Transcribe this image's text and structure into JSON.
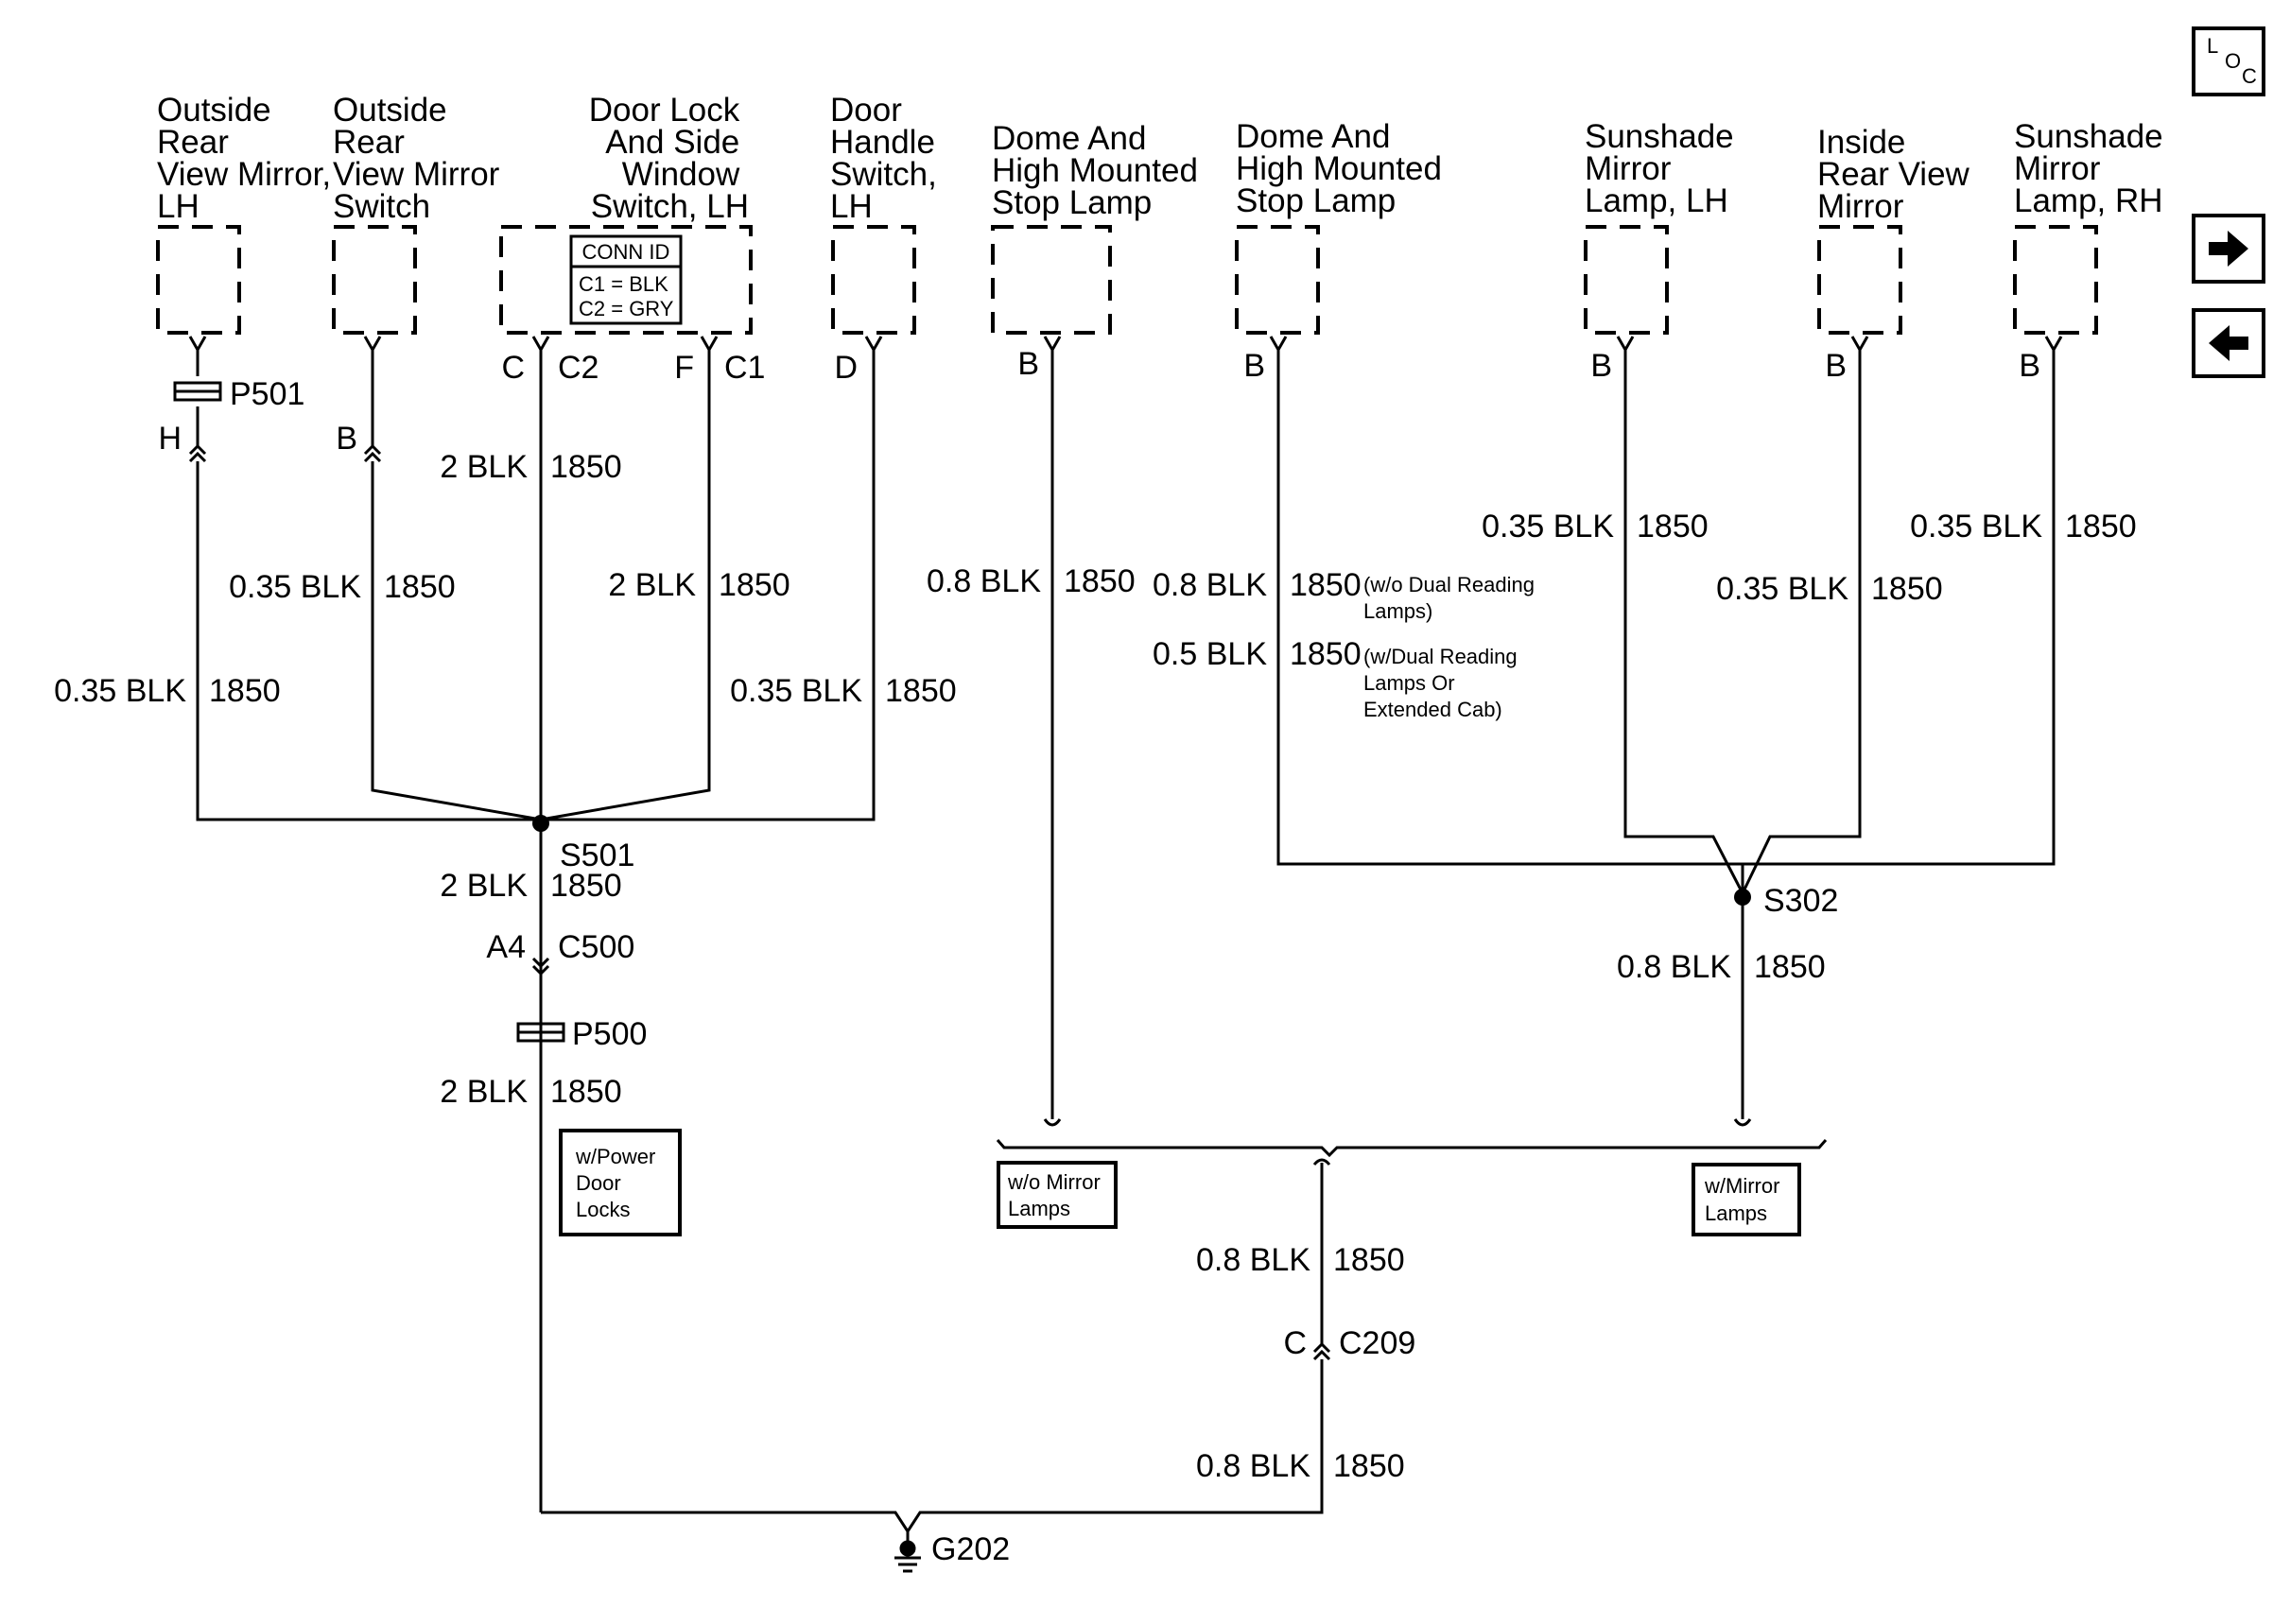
{
  "components": {
    "mirror_lh": [
      "Outside",
      "Rear",
      "View Mirror,",
      "LH"
    ],
    "mirror_switch": [
      "Outside",
      "Rear",
      "View Mirror",
      "Switch"
    ],
    "door_lock": [
      "Door Lock",
      "And Side",
      "Window",
      "Switch, LH"
    ],
    "door_handle": [
      "Door",
      "Handle",
      "Switch,",
      "LH"
    ],
    "dome1": [
      "Dome And",
      "High Mounted",
      "Stop Lamp"
    ],
    "dome2": [
      "Dome And",
      "High Mounted",
      "Stop Lamp"
    ],
    "sunshade_lh": [
      "Sunshade",
      "Mirror",
      "Lamp, LH"
    ],
    "inside_mirror": [
      "Inside",
      "Rear View",
      "Mirror"
    ],
    "sunshade_rh": [
      "Sunshade",
      "Mirror",
      "Lamp, RH"
    ]
  },
  "conn_id": {
    "title": "CONN ID",
    "c1": "C1 = BLK",
    "c2": "C2 = GRY"
  },
  "pins": {
    "mirror_lh": "H",
    "mirror_switch": "B",
    "door_lock_c": "C",
    "door_lock_c2": "C2",
    "door_lock_f": "F",
    "door_lock_c1": "C1",
    "door_handle": "D",
    "dome1": "B",
    "dome2": "B",
    "sunshade_lh": "B",
    "inside_mirror": "B",
    "sunshade_rh": "B",
    "c500_pin": "A4",
    "c209_pin": "C"
  },
  "connectors": {
    "p501": "P501",
    "p500": "P500",
    "c500": "C500",
    "c209": "C209"
  },
  "splices": {
    "s501": "S501",
    "s302": "S302"
  },
  "ground": "G202",
  "wires": {
    "w_door_lock_c": {
      "gauge": "2 BLK",
      "circuit": "1850"
    },
    "w_mirror_switch": {
      "gauge": "0.35 BLK",
      "circuit": "1850"
    },
    "w_door_lock_f": {
      "gauge": "2 BLK",
      "circuit": "1850"
    },
    "w_mirror_lh": {
      "gauge": "0.35 BLK",
      "circuit": "1850"
    },
    "w_door_handle": {
      "gauge": "0.35 BLK",
      "circuit": "1850"
    },
    "w_s501_out": {
      "gauge": "2 BLK",
      "circuit": "1850"
    },
    "w_p500_out": {
      "gauge": "2 BLK",
      "circuit": "1850"
    },
    "w_dome1": {
      "gauge": "0.8 BLK",
      "circuit": "1850"
    },
    "w_dome2_a": {
      "gauge": "0.8 BLK",
      "circuit": "1850",
      "note": [
        "(w/o Dual Reading",
        "Lamps)"
      ]
    },
    "w_dome2_b": {
      "gauge": "0.5 BLK",
      "circuit": "1850",
      "note": [
        "(w/Dual Reading",
        "Lamps Or",
        "Extended Cab)"
      ]
    },
    "w_sunshade_lh": {
      "gauge": "0.35 BLK",
      "circuit": "1850"
    },
    "w_inside_mirror": {
      "gauge": "0.35 BLK",
      "circuit": "1850"
    },
    "w_sunshade_rh": {
      "gauge": "0.35 BLK",
      "circuit": "1850"
    },
    "w_s302_out": {
      "gauge": "0.8 BLK",
      "circuit": "1850"
    },
    "w_c209_top": {
      "gauge": "0.8 BLK",
      "circuit": "1850"
    },
    "w_c209_bottom": {
      "gauge": "0.8 BLK",
      "circuit": "1850"
    }
  },
  "options": {
    "power_door_locks": [
      "w/Power",
      "Door",
      "Locks"
    ],
    "wo_mirror_lamps": [
      "w/o Mirror",
      "Lamps"
    ],
    "w_mirror_lamps": [
      "w/Mirror",
      "Lamps"
    ]
  },
  "nav": {
    "loc_l": "L",
    "loc_o": "O",
    "loc_c": "C"
  }
}
